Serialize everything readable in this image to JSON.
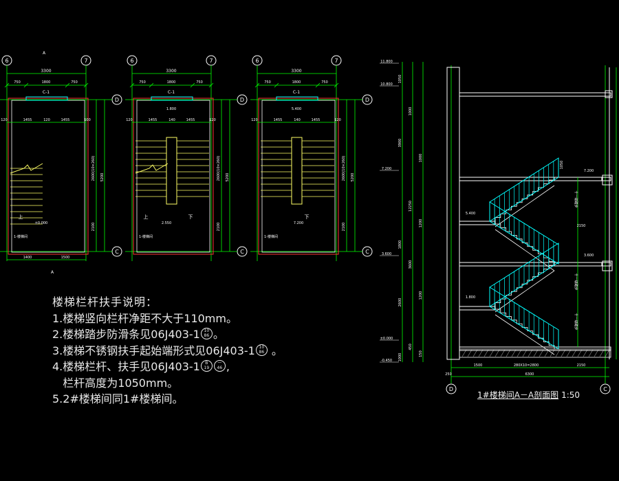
{
  "colors": {
    "background": "#000000",
    "white": "#ffffff",
    "yellow": "#ffff66",
    "green": "#00ff00",
    "cyan": "#00ffff",
    "red": "#ff3333",
    "stair_fill": "#40e0d0"
  },
  "plans": [
    {
      "axis_left": "6",
      "axis_right": "7",
      "axis_top": "D",
      "axis_bottom": "C",
      "total": "3300",
      "dims_top": [
        "750",
        "1800",
        "750"
      ],
      "window": "C-1",
      "wall_dims": [
        "120",
        "1455",
        "120",
        "1455",
        "100"
      ],
      "right_dims": [
        "2600(10×260)",
        "5200",
        "2100"
      ],
      "label": "1-楼梯间",
      "up": "上",
      "elev": "±0.000",
      "bottom_dims": [
        "1400",
        "1500"
      ],
      "section_mark": "A"
    },
    {
      "axis_left": "6",
      "axis_right": "7",
      "axis_top": "D",
      "axis_bottom": "C",
      "total": "3300",
      "dims_top": [
        "750",
        "1800",
        "750"
      ],
      "window": "C-1",
      "top_elev": "1.800",
      "wall_dims": [
        "120",
        "1455",
        "140",
        "1455",
        "120"
      ],
      "right_dims": [
        "2600(10×260)",
        "5200",
        "2100"
      ],
      "label": "1-楼梯间",
      "up": "上",
      "down": "下",
      "elev": "2.550"
    },
    {
      "axis_left": "6",
      "axis_right": "7",
      "axis_top": "D",
      "axis_bottom": "C",
      "total": "3300",
      "dims_top": [
        "750",
        "1800",
        "750"
      ],
      "window": "C-1",
      "top_elev": "5.400",
      "wall_dims": [
        "120",
        "1455",
        "140",
        "1455",
        "120"
      ],
      "right_dims": [
        "2600(10×260)",
        "5200",
        "2100"
      ],
      "label": "1-楼梯间",
      "down": "下",
      "elev": "7.200"
    }
  ],
  "notes": {
    "title": "楼梯栏杆扶手说明：",
    "lines": [
      {
        "text": "1.楼梯竖向栏杆净距不大于110mm。"
      },
      {
        "text": "2.楼梯踏步防滑条见06J403-1",
        "refs": [
          [
            "10",
            "86"
          ]
        ],
        "tail": "。"
      },
      {
        "text": "3.楼梯不锈钢扶手起始端形式见06J403-1",
        "refs": [
          [
            "10",
            "86"
          ]
        ],
        "tail": " 。"
      },
      {
        "text": "4.楼梯栏杆、扶手见06J403-1",
        "refs": [
          [
            "B",
            "19"
          ],
          [
            "一",
            "46"
          ]
        ],
        "tail": ","
      },
      {
        "text": "   栏杆高度为1050mm。"
      },
      {
        "text": "5.2#楼梯间同1#楼梯间。"
      }
    ]
  },
  "section": {
    "title": "1#楼梯间A－A剖面图",
    "scale": "1:50",
    "axis_left": "D",
    "axis_right": "C",
    "left_elevs": [
      "11.800",
      "10.800",
      "7.200",
      "3.600",
      "±0.000",
      "-0.450"
    ],
    "right_elevs": [
      "7.200",
      "3.600"
    ],
    "inner_elevs": [
      "5.400",
      "1.800"
    ],
    "left_dims": [
      "1050",
      "1000",
      "1000",
      "3900",
      "12250",
      "1200",
      "1800",
      "3600",
      "1200",
      "2600",
      "450",
      "150",
      "1000"
    ],
    "bottom_dims": [
      "1500",
      "280X10=2800",
      "2150"
    ],
    "bottom_total": "6300",
    "left_bottom": "250",
    "right_dims": [
      "2150",
      "十一级踏步",
      "十一级踏步",
      "十一级踏步"
    ],
    "rail_height": "1050"
  }
}
